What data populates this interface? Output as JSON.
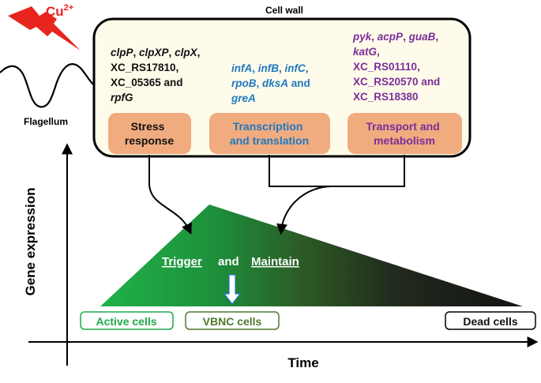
{
  "stimulus": {
    "label": "Cu",
    "superscript": "2+"
  },
  "cell_wall_label": "Cell wall",
  "flagellum_label": "Flagellum",
  "gene_groups": {
    "stress": {
      "lines": [
        [
          {
            "text": "clpP",
            "italic": true
          },
          {
            "text": ", ",
            "italic": false
          },
          {
            "text": "clpXP",
            "italic": true
          },
          {
            "text": ", ",
            "italic": false
          },
          {
            "text": "clpX",
            "italic": true
          },
          {
            "text": ",",
            "italic": false
          }
        ],
        [
          {
            "text": "XC_RS17810,",
            "italic": false
          }
        ],
        [
          {
            "text": "XC_05365 and",
            "italic": false
          }
        ],
        [
          {
            "text": "rpfG",
            "italic": true
          }
        ]
      ]
    },
    "transcription": {
      "lines": [
        [
          {
            "text": "infA",
            "italic": true
          },
          {
            "text": ", ",
            "italic": false
          },
          {
            "text": "infB",
            "italic": true
          },
          {
            "text": ", ",
            "italic": false
          },
          {
            "text": "infC",
            "italic": true
          },
          {
            "text": ",",
            "italic": false
          }
        ],
        [
          {
            "text": "rpoB",
            "italic": true
          },
          {
            "text": ", ",
            "italic": false
          },
          {
            "text": "dksA",
            "italic": true
          },
          {
            "text": " and",
            "italic": false
          }
        ],
        [
          {
            "text": "greA",
            "italic": true
          }
        ]
      ]
    },
    "transport": {
      "lines": [
        [
          {
            "text": "pyk",
            "italic": true
          },
          {
            "text": ", ",
            "italic": false
          },
          {
            "text": "acpP",
            "italic": true
          },
          {
            "text": ", ",
            "italic": false
          },
          {
            "text": "guaB",
            "italic": true
          },
          {
            "text": ",",
            "italic": false
          }
        ],
        [
          {
            "text": "katG",
            "italic": true
          },
          {
            "text": ",",
            "italic": false
          }
        ],
        [
          {
            "text": "XC_RS01110,",
            "italic": false
          }
        ],
        [
          {
            "text": "XC_RS20570 and",
            "italic": false
          }
        ],
        [
          {
            "text": "XC_RS18380",
            "italic": false
          }
        ]
      ]
    }
  },
  "categories": {
    "stress": [
      "Stress",
      "response"
    ],
    "transcription": [
      "Transcription",
      "and translation"
    ],
    "transport": [
      "Transport and",
      "metabolism"
    ]
  },
  "actions": {
    "trigger": "Trigger",
    "and": "and",
    "maintain": "Maintain"
  },
  "states": {
    "active": "Active cells",
    "vbnc": "VBNC cells",
    "dead": "Dead cells"
  },
  "axes": {
    "y": "Gene expression",
    "x": "Time"
  },
  "colors": {
    "stimulus": "#e8241e",
    "stress_text": "#111111",
    "transcription_text": "#1f78c1",
    "transport_text": "#7a2e9a",
    "category_fill": "#f0ab7f",
    "cell_wall_fill": "#fffbea",
    "active": "#1fa84a",
    "vbnc": "#4f7a2c",
    "dead": "#111111",
    "gradient_start": "#21b24a",
    "gradient_end": "#131313"
  }
}
